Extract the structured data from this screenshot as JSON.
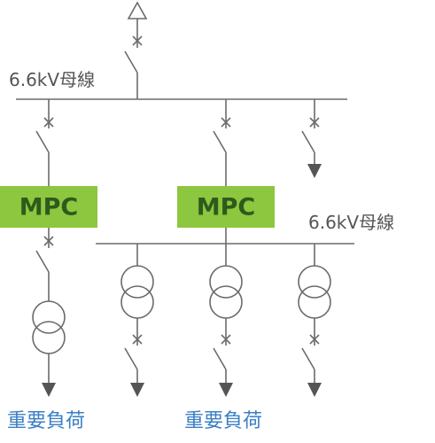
{
  "diagram": {
    "main_bus_label": "6.6kV母線",
    "sub_bus_label": "6.6kV母線",
    "mpc_left_label": "MPC",
    "mpc_right_label": "MPC",
    "load_left_label": "重要負荷",
    "load_right_label": "重要負荷"
  },
  "colors": {
    "line": "#6b6b6b",
    "mpc_fill": "#8dc63f",
    "mpc_text": "#2e5a1c",
    "load_text": "#3b7fc4",
    "label_text": "#555555"
  }
}
